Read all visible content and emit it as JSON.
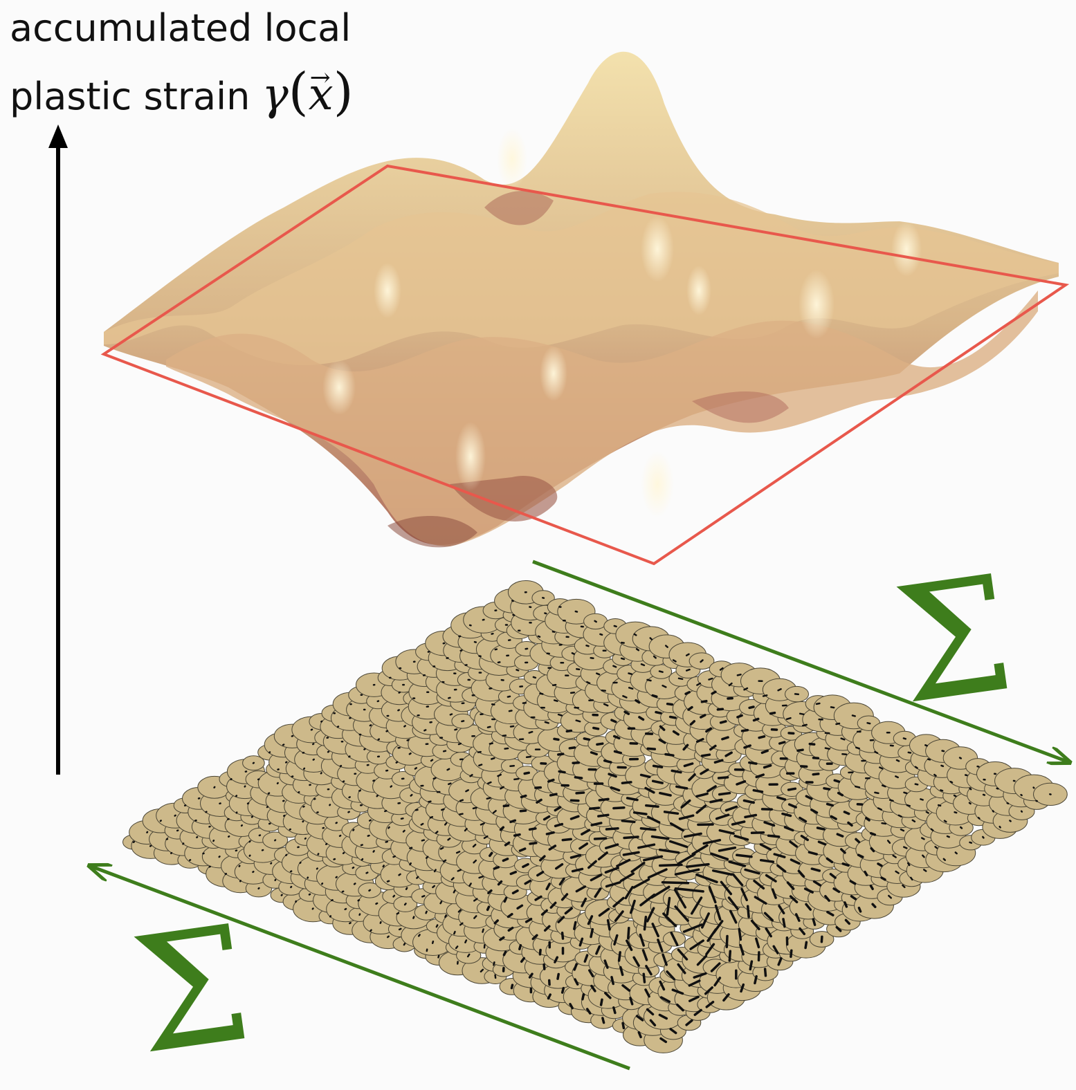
{
  "axis_label": {
    "line1": "accumulated local",
    "line2_text": "plastic strain ",
    "line2_symbol": "γ",
    "line2_open": "(",
    "line2_var": "x",
    "line2_vec": "→",
    "line2_close": ")"
  },
  "shear_stress_symbol": "Σ",
  "colors": {
    "surface_light": "#f0dca6",
    "surface_mid": "#d4a87f",
    "surface_dark": "#a9605a",
    "frame_red": "#e8584c",
    "shear_green": "#3e7d1c",
    "particle_fill": "#cdb98a",
    "particle_edge": "#4a4535",
    "displacement_arrow": "#111111",
    "axis_arrow": "#000000"
  },
  "icons": [
    "vertical-axis-arrow",
    "shear-arrow-top",
    "shear-arrow-bottom"
  ]
}
